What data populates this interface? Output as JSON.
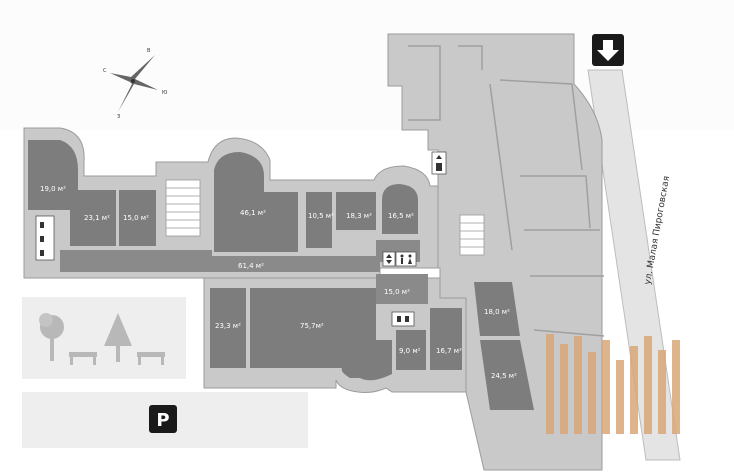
{
  "street_label": "ул. Малая Пироговская",
  "parking_label": "P",
  "compass_letters": [
    "С",
    "В",
    "Ю",
    "З"
  ],
  "rooms": [
    {
      "id": "r1",
      "area": "19,0 м²"
    },
    {
      "id": "r2",
      "area": "23,1 м²"
    },
    {
      "id": "r3",
      "area": "15,0 м²"
    },
    {
      "id": "r4",
      "area": "46,1 м²"
    },
    {
      "id": "r5",
      "area": "10,5 м²"
    },
    {
      "id": "r6",
      "area": "18,3 м²"
    },
    {
      "id": "r7",
      "area": "16,5 м²"
    },
    {
      "id": "r8",
      "area": "61,4 м²"
    },
    {
      "id": "r9",
      "area": "15,0 м²"
    },
    {
      "id": "r10",
      "area": "23,3 м²"
    },
    {
      "id": "r11",
      "area": "75,7м²"
    },
    {
      "id": "r12",
      "area": "9,0 м²"
    },
    {
      "id": "r13",
      "area": "16,7 м²"
    },
    {
      "id": "r14",
      "area": "18,0 м²"
    },
    {
      "id": "r15",
      "area": "24,5 м²"
    }
  ],
  "colors": {
    "background": "#ffffff",
    "room_fill": "#7d7d7d",
    "corridor_fill": "#8a8a8a",
    "wall_fill": "#c9c9c9",
    "landscape_fill": "#eeeeee",
    "tree_fill": "#b8b8b8",
    "logo_bar": "#d8a878"
  },
  "icons": [
    "compass-icon",
    "arrow-down-icon",
    "parking-icon",
    "tree-icon",
    "bench-icon",
    "elevator-icon",
    "toilet-icon",
    "stairs-icon"
  ]
}
